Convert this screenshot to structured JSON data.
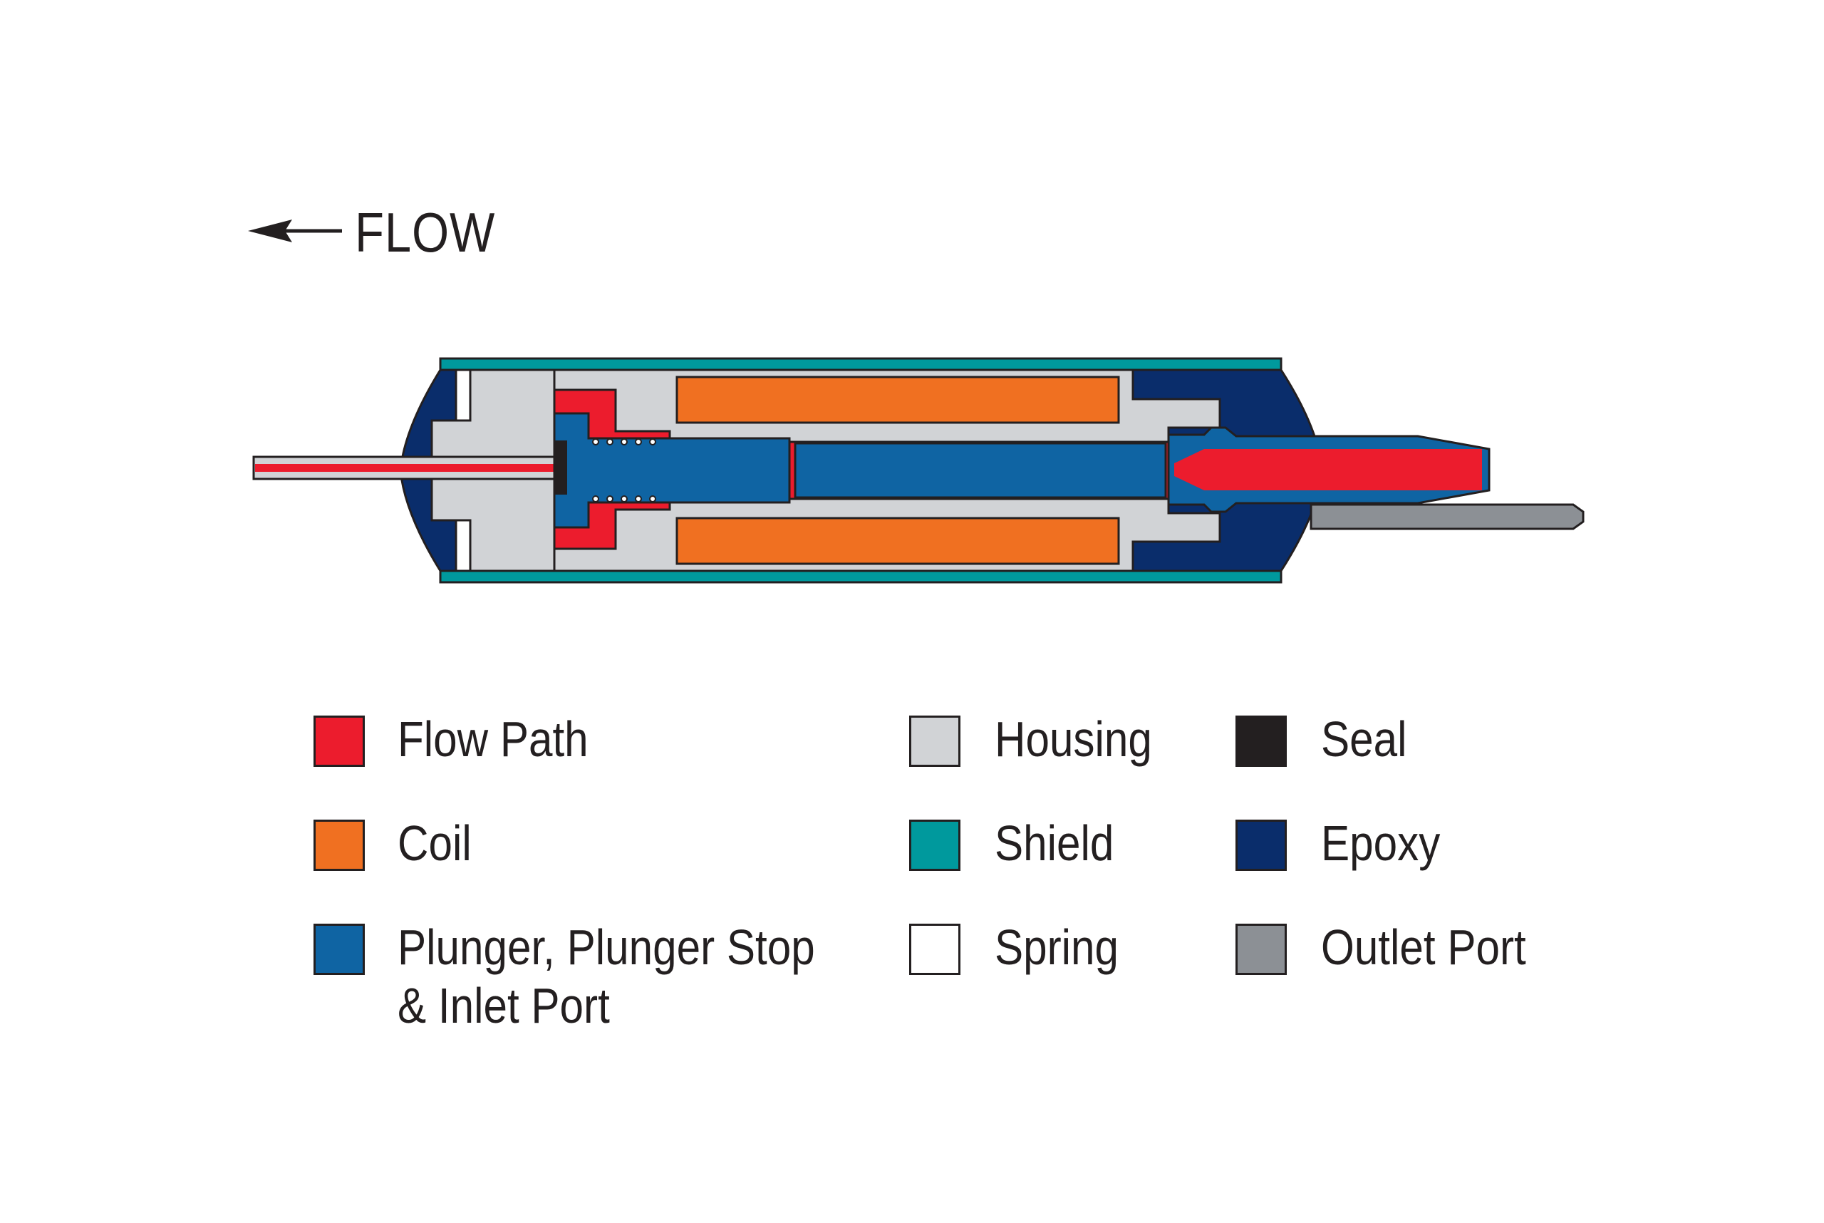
{
  "flow": {
    "label": "FLOW",
    "direction": "left"
  },
  "colors": {
    "flow_path": "#ec1c2d",
    "coil": "#f07021",
    "plunger": "#0f64a3",
    "housing": "#d1d3d6",
    "shield": "#00999d",
    "spring": "#ffffff",
    "seal": "#231f20",
    "epoxy": "#0a2d6b",
    "outlet_port": "#8c9095",
    "outline": "#231f20"
  },
  "legend": {
    "items": [
      {
        "key": "flow_path",
        "lines": [
          "Flow Path"
        ]
      },
      {
        "key": "coil",
        "lines": [
          "Coil"
        ]
      },
      {
        "key": "plunger",
        "lines": [
          "Plunger, Plunger Stop",
          "& Inlet Port"
        ]
      },
      {
        "key": "housing",
        "lines": [
          "Housing"
        ]
      },
      {
        "key": "shield",
        "lines": [
          "Shield"
        ]
      },
      {
        "key": "spring",
        "lines": [
          "Spring"
        ]
      },
      {
        "key": "seal",
        "lines": [
          "Seal"
        ]
      },
      {
        "key": "epoxy",
        "lines": [
          "Epoxy"
        ]
      },
      {
        "key": "outlet_port",
        "lines": [
          "Outlet Port"
        ]
      }
    ]
  }
}
